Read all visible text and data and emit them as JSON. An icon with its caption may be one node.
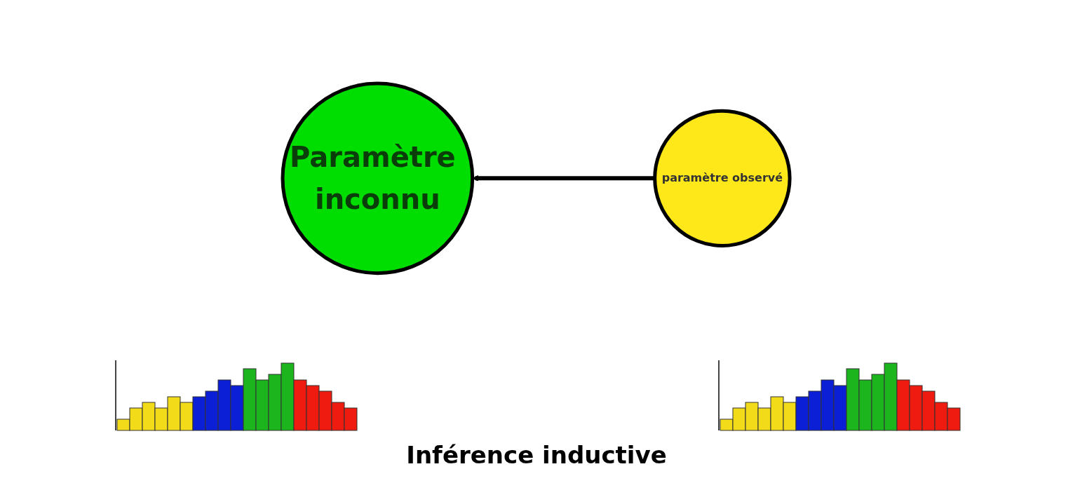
{
  "diagram": {
    "nodes": [
      {
        "text": [
          "Paramètre inconnu"
        ]
      },
      {
        "text": [
          "paramètre observé"
        ]
      }
    ],
    "edges": [
      {
        "from": 1,
        "to": 0,
        "arrow": "to"
      }
    ],
    "labels": [
      "Inférence inductive"
    ]
  }
}
